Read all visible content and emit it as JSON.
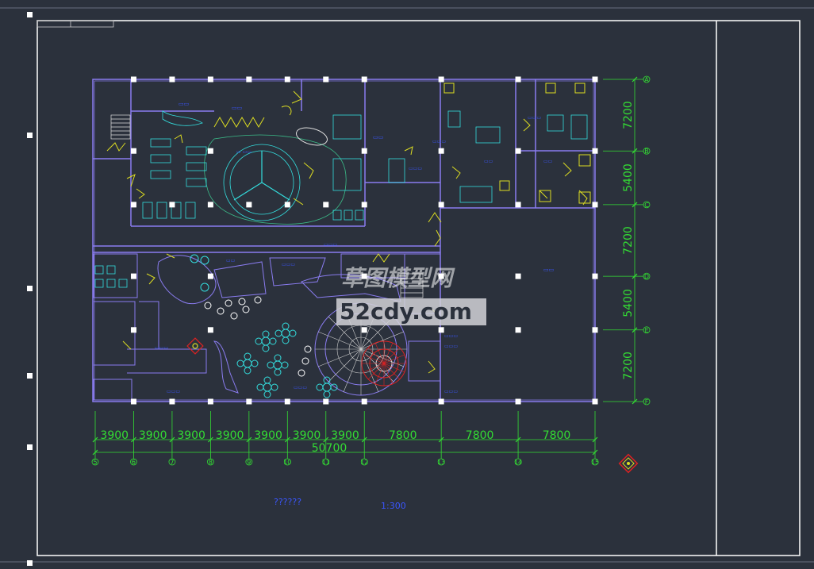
{
  "colors": {
    "background": "#2b313c",
    "frame": "#ffffff",
    "walls": "#8a7cf0",
    "dimension": "#33dd33",
    "furniture_cyan": "#33dddd",
    "furniture_yellow": "#dddd22",
    "text_blue": "#3a56ff",
    "accent_red": "#dd2222"
  },
  "drawing": {
    "horizontal_dimensions": [
      "3900",
      "3900",
      "3900",
      "3900",
      "3900",
      "3900",
      "3900",
      "7800",
      "7800",
      "7800"
    ],
    "total_dimension": "50700",
    "vertical_dimensions": [
      "7200",
      "5400",
      "7200",
      "5400",
      "7200"
    ],
    "row_axes": [
      "F",
      "E",
      "D",
      "C",
      "B",
      "A"
    ],
    "column_axes": [
      "5",
      "6",
      "7",
      "8",
      "9",
      "10",
      "11",
      "12",
      "13",
      "14",
      "15"
    ],
    "plan_title": "??????",
    "plan_scale": "1:300",
    "compass_icon": "north-arrow-icon"
  },
  "watermark": {
    "chinese_text": "草图模型网",
    "site_text": "52cdy.com"
  }
}
